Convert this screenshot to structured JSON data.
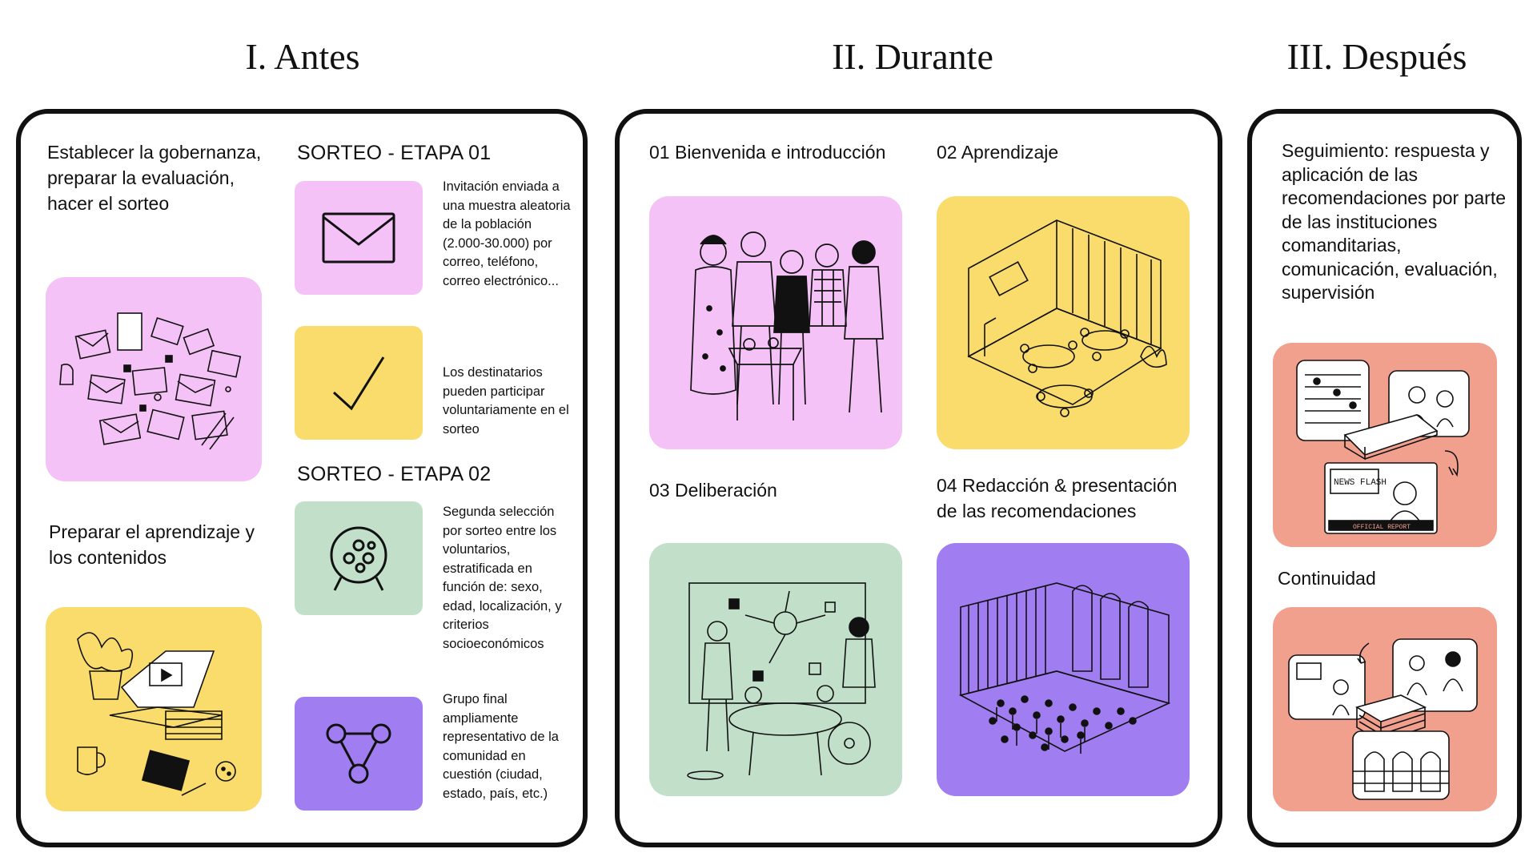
{
  "colors": {
    "pink": "#f5c2f7",
    "yellow": "#f9dc6c",
    "green": "#c2e0c9",
    "purple": "#a07df0",
    "salmon": "#f2a08e",
    "ink": "#111111"
  },
  "phases": {
    "before": {
      "title": "I.  Antes",
      "step1": "Establecer la gobernanza, preparar la evaluación, hacer el sorteo",
      "step2": "Preparar el aprendizaje y los contenidos",
      "draw1": {
        "heading": "SORTEO - ETAPA 01",
        "item1": {
          "icon": "envelope-icon",
          "text": "Invitación enviada a una muestra aleatoria de la población (2.000-30.000) por correo, teléfono, correo electrónico..."
        },
        "item2": {
          "icon": "checkmark-icon",
          "text": "Los destinatarios pueden participar voluntariamente en el sorteo"
        }
      },
      "draw2": {
        "heading": "SORTEO - ETAPA 02",
        "item1": {
          "icon": "lottery-drum-icon",
          "text": "Segunda selección por sorteo entre los voluntarios, estratificada en función de: sexo, edad, localización, y criterios socioeconómicos"
        },
        "item2": {
          "icon": "network-icon",
          "text": "Grupo final ampliamente representativo de la comunidad en cuestión (ciudad, estado, país, etc.)"
        }
      }
    },
    "during": {
      "title": "II.  Durante",
      "step1": "01  Bienvenida e introducción",
      "step2": "02  Aprendizaje",
      "step3": "03   Deliberación",
      "step4": "04  Redacción & presentación de las recomendaciones"
    },
    "after": {
      "title": "III.  Después",
      "step1": "Seguimiento: respuesta y aplicación de las recomendaciones por parte de las instituciones comanditarias, comunicación, evaluación, supervisión",
      "step2": "Continuidad",
      "news_label": "NEWS FLASH",
      "report_label": "OFFICIAL REPORT"
    }
  }
}
